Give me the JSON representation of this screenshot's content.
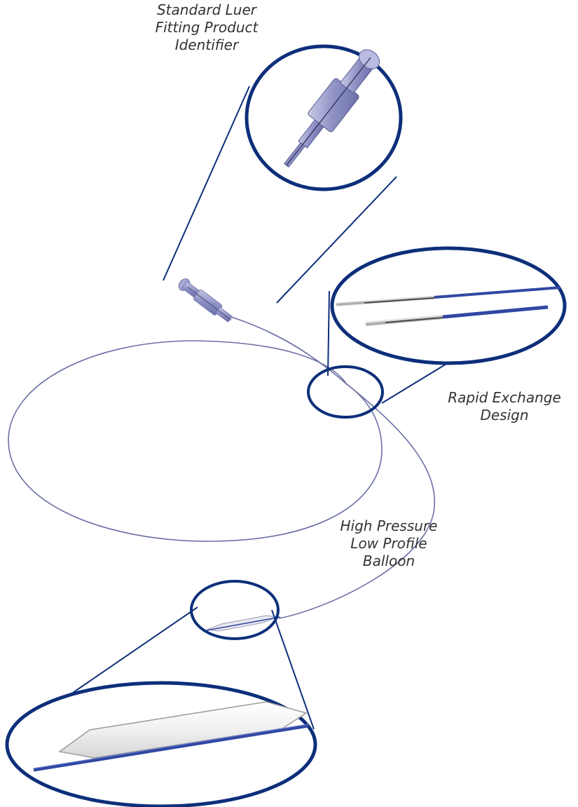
{
  "colors": {
    "callout_ring": "#0d2f7a",
    "leader_line": "#0d2f7a",
    "catheter_shaft": "#6a6fa5",
    "marker_band": "#3148a3",
    "hub_body": "#8f92c4",
    "balloon_outline": "#a9a9a9",
    "label_text": "#333333"
  },
  "icons": {
    "hub": "luer-hub-icon",
    "balloon": "balloon-icon"
  },
  "callouts": {
    "luer": {
      "lines": [
        "Standard Luer",
        "Fitting Product",
        "Identifier"
      ]
    },
    "rapid_exchange": {
      "lines": [
        "Rapid Exchange",
        "Design"
      ]
    },
    "balloon": {
      "lines": [
        "High Pressure",
        "Low Profile",
        "Balloon"
      ]
    }
  }
}
